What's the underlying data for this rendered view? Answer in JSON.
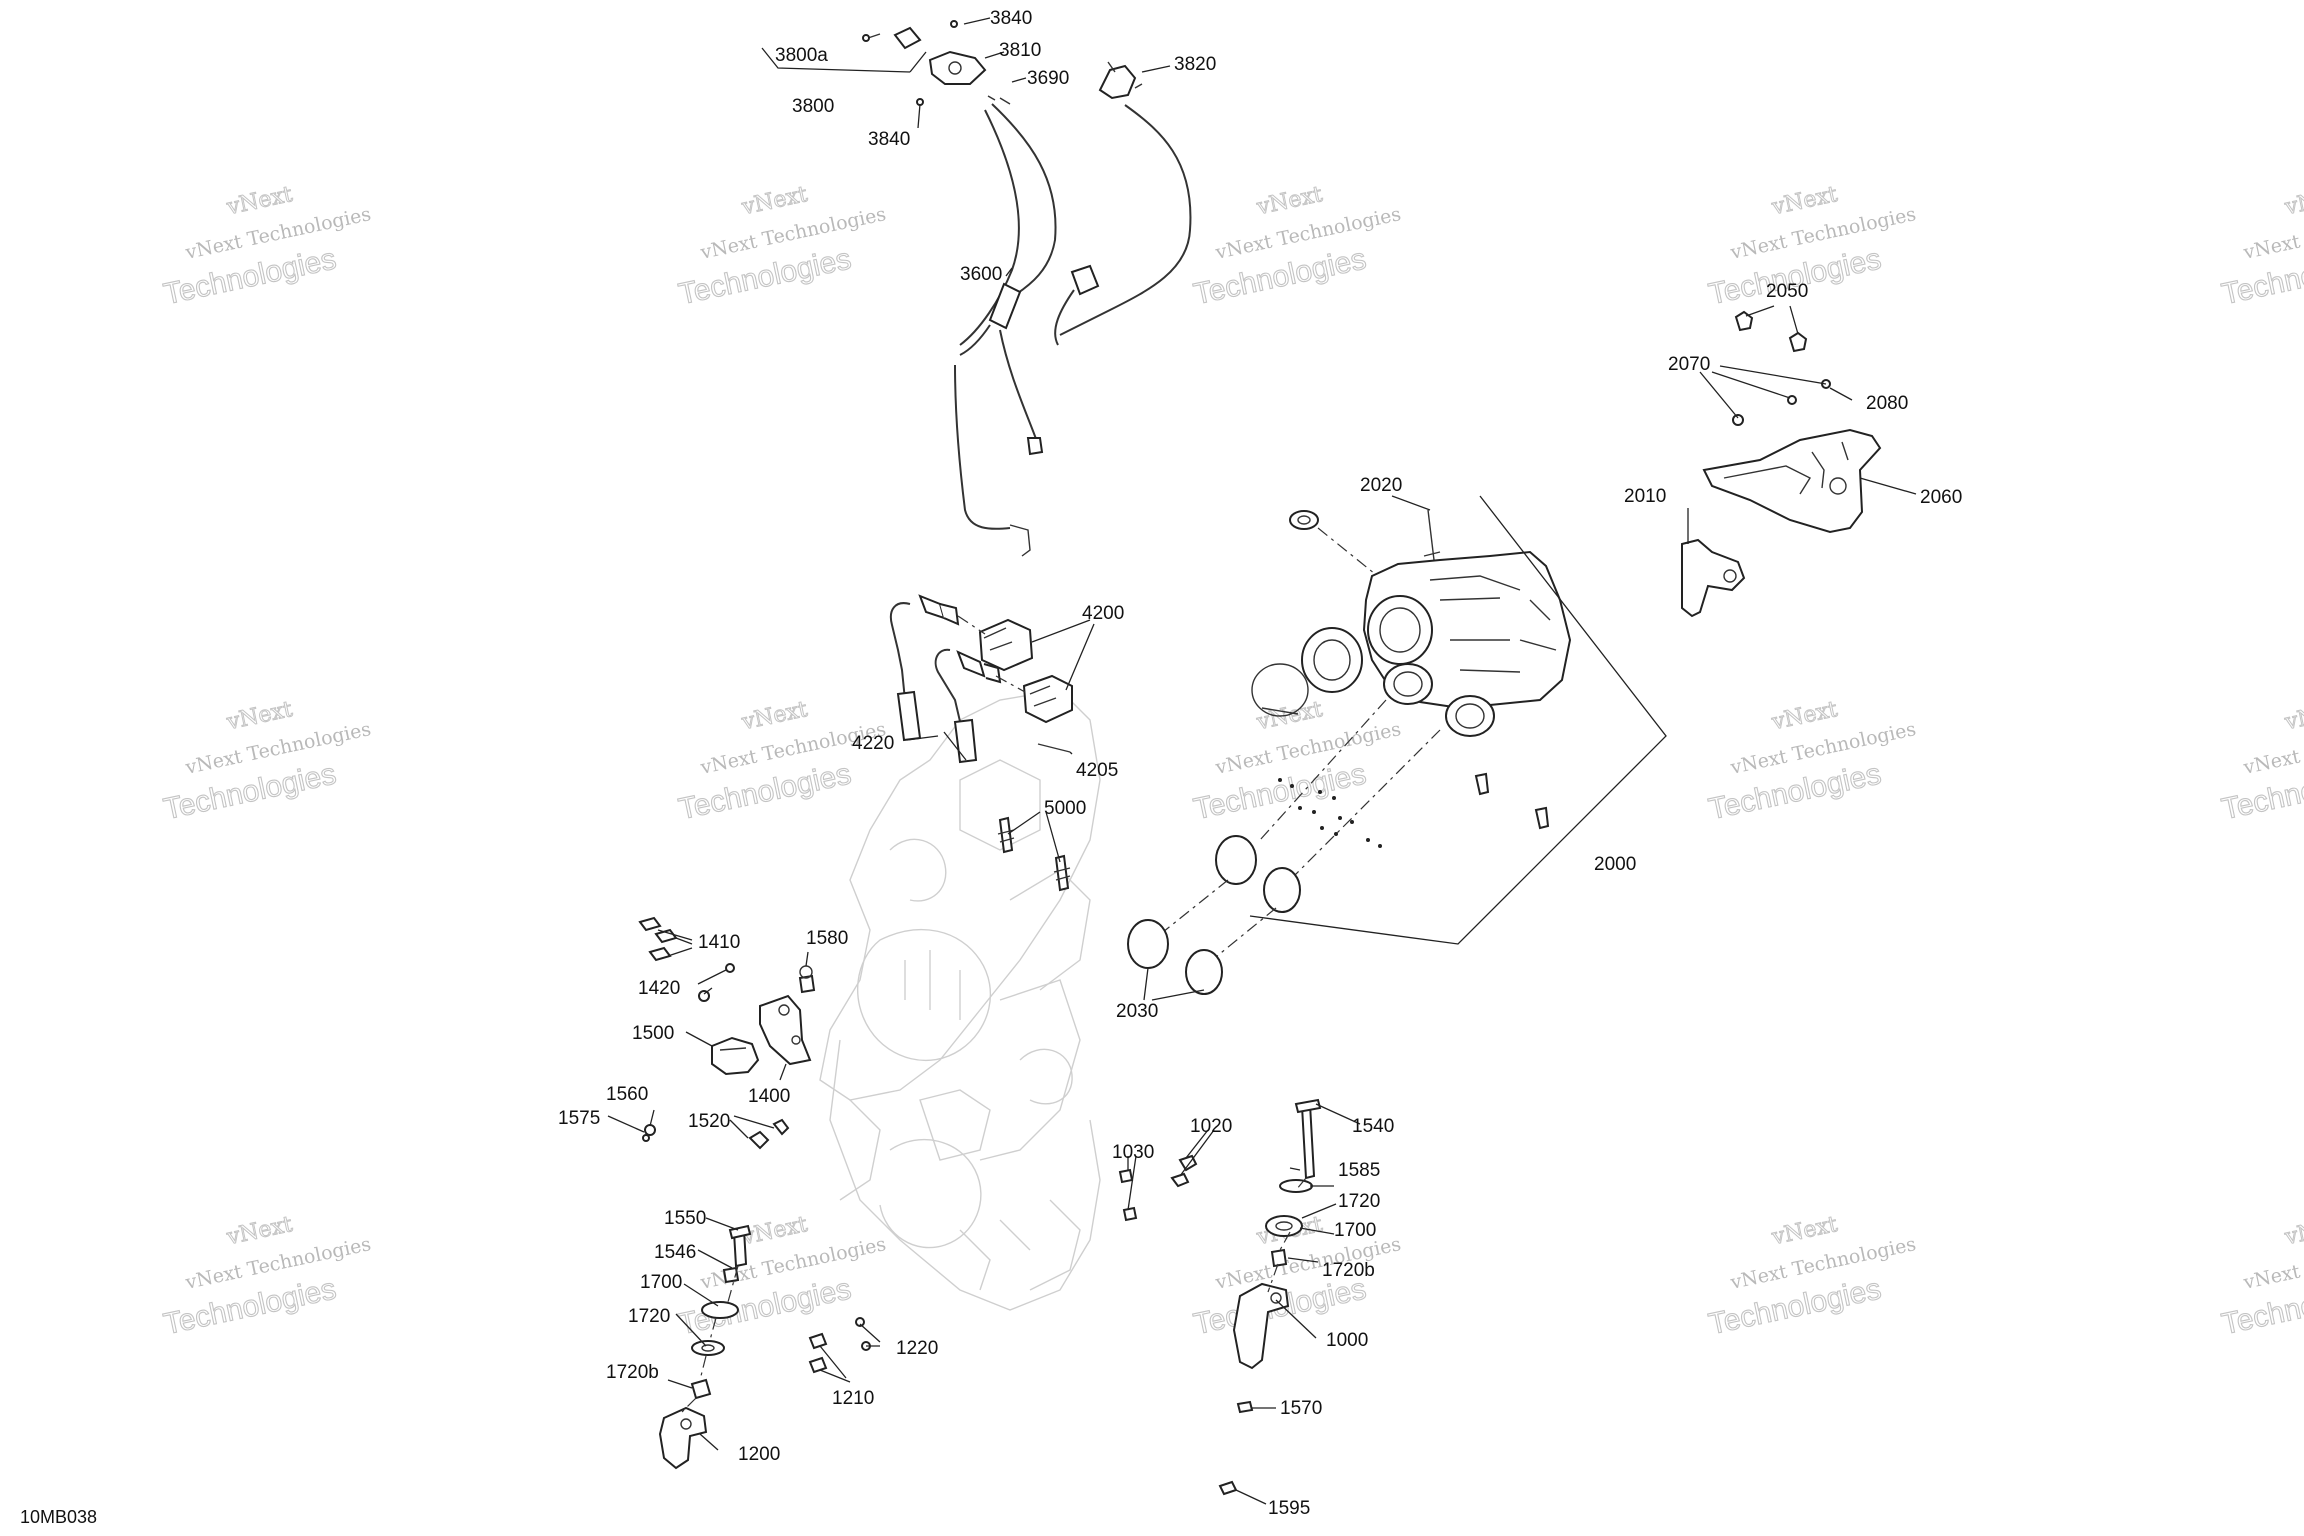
{
  "drawing_id": "10MB038",
  "watermark": {
    "line1": "vNext Technologies",
    "line2": "Technologies",
    "top": "vNext"
  },
  "labels": {
    "p3840a": "3840",
    "p3800a": "3800a",
    "p3810": "3810",
    "p3690": "3690",
    "p3820": "3820",
    "p3800": "3800",
    "p3840b": "3840",
    "p3600": "3600",
    "p2050": "2050",
    "p2070": "2070",
    "p2080": "2080",
    "p2010": "2010",
    "p2060": "2060",
    "p2020": "2020",
    "p4200": "4200",
    "p4220": "4220",
    "p4205": "4205",
    "p5000": "5000",
    "p2000": "2000",
    "p2030": "2030",
    "p1410": "1410",
    "p1580": "1580",
    "p1420": "1420",
    "p1500": "1500",
    "p1400": "1400",
    "p1560": "1560",
    "p1575": "1575",
    "p1520": "1520",
    "p1020": "1020",
    "p1030": "1030",
    "p1540": "1540",
    "p1585": "1585",
    "p1720a": "1720",
    "p1700a": "1700",
    "p1720ba": "1720b",
    "p1000": "1000",
    "p1570": "1570",
    "p1595": "1595",
    "p1550": "1550",
    "p1546": "1546",
    "p1700b": "1700",
    "p1720b2": "1720",
    "p1720bb": "1720b",
    "p1220": "1220",
    "p1210": "1210",
    "p1200": "1200"
  }
}
